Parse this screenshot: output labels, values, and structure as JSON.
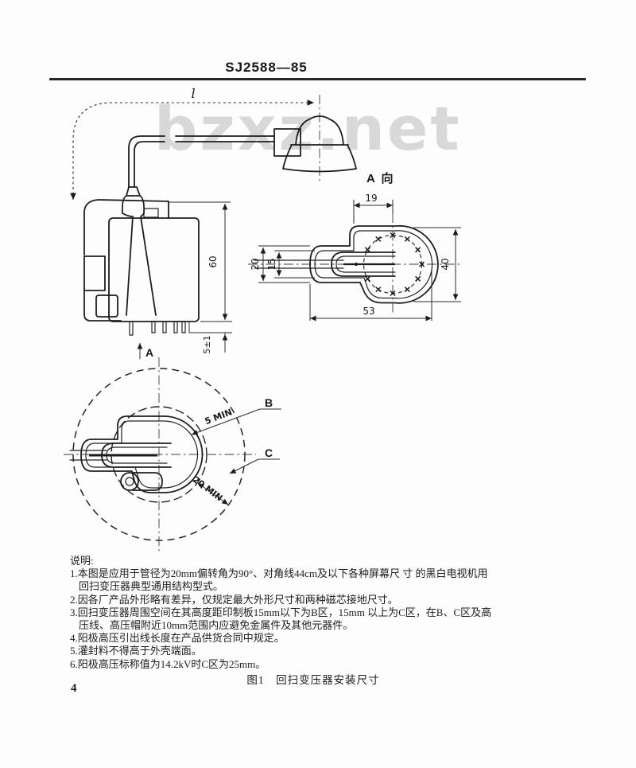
{
  "page": {
    "standard_number": "SJ2588—85",
    "page_number": "4",
    "watermark": "bzxz.net",
    "figure_caption": "图1　回扫变压器安装尺寸"
  },
  "drawing": {
    "front_view": {
      "dim_lead_length": "l",
      "dim_height": "60",
      "dim_pin_length": "5±1",
      "section_arrow_label": "A"
    },
    "a_view": {
      "view_label": "A 向",
      "dim_top": "19",
      "dim_right": "40",
      "dim_bottom": "53",
      "dim_outer_height": "20",
      "dim_inner_height": "15"
    },
    "bottom_view": {
      "zone_b_label": "B",
      "zone_c_label": "C",
      "clearance_inner": "5 MIN",
      "clearance_outer": "20 MIN"
    }
  },
  "notes": {
    "title": "说明:",
    "lines": [
      "1.本图是应用于管径为20mm偏转角为90°、对角线44cm及以下各种屏幕尺 寸 的黑白电视机用",
      "回扫变压器典型通用结构型式。",
      "2.因各厂产品外形略有差异，仅规定最大外形尺寸和两种磁芯接地尺寸。",
      "3.回扫变压器周围空间在其高度距印制板15mm以下为B区，15mm 以上为C区，在B、C区及高",
      "压线、高压帽附近10mm范围内应避免金属件及其他元器件。",
      "4.阳极高压引出线长度在产品供货合同中规定。",
      "5.灌封料不得高于外壳端面。",
      "6.阳极高压标称值为14.2kV时C区为25mm。"
    ]
  }
}
